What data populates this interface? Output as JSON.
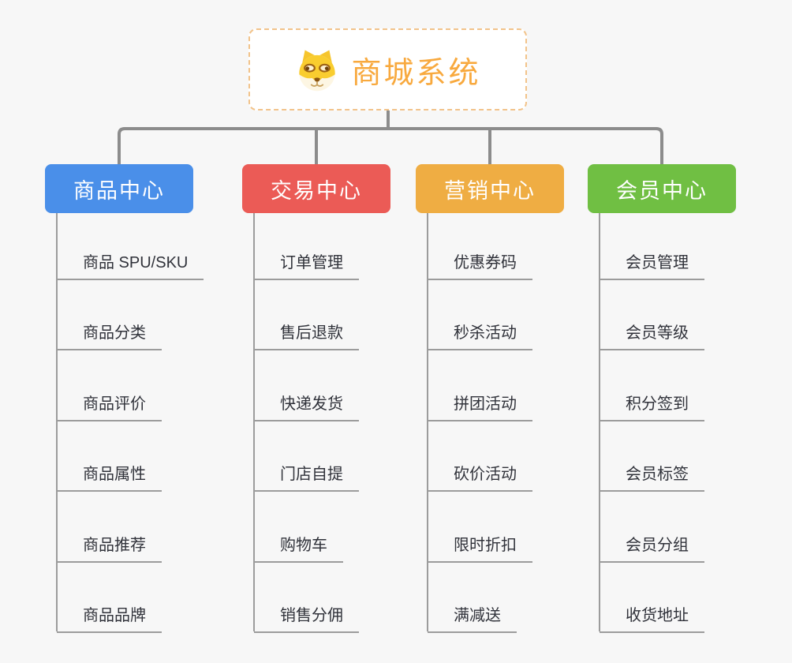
{
  "diagram": {
    "background_color": "#f7f7f7",
    "connector_color": "#8c8c8c",
    "leaf_line_color": "#9c9c9c",
    "leaf_text_color": "#30323a",
    "root": {
      "label": "商城系统",
      "icon": "doge-face-icon",
      "text_color": "#f8a93e",
      "border_color": "#f2c38a",
      "background_color": "#ffffff"
    },
    "branches": [
      {
        "label": "商品中心",
        "color": "#4a8fe9",
        "children": [
          "商品 SPU/SKU",
          "商品分类",
          "商品评价",
          "商品属性",
          "商品推荐",
          "商品品牌"
        ]
      },
      {
        "label": "交易中心",
        "color": "#eb5b56",
        "children": [
          "订单管理",
          "售后退款",
          "快递发货",
          "门店自提",
          "购物车",
          "销售分佣"
        ]
      },
      {
        "label": "营销中心",
        "color": "#efad43",
        "children": [
          "优惠券码",
          "秒杀活动",
          "拼团活动",
          "砍价活动",
          "限时折扣",
          "满减送"
        ]
      },
      {
        "label": "会员中心",
        "color": "#70bf43",
        "children": [
          "会员管理",
          "会员等级",
          "积分签到",
          "会员标签",
          "会员分组",
          "收货地址"
        ]
      }
    ]
  }
}
